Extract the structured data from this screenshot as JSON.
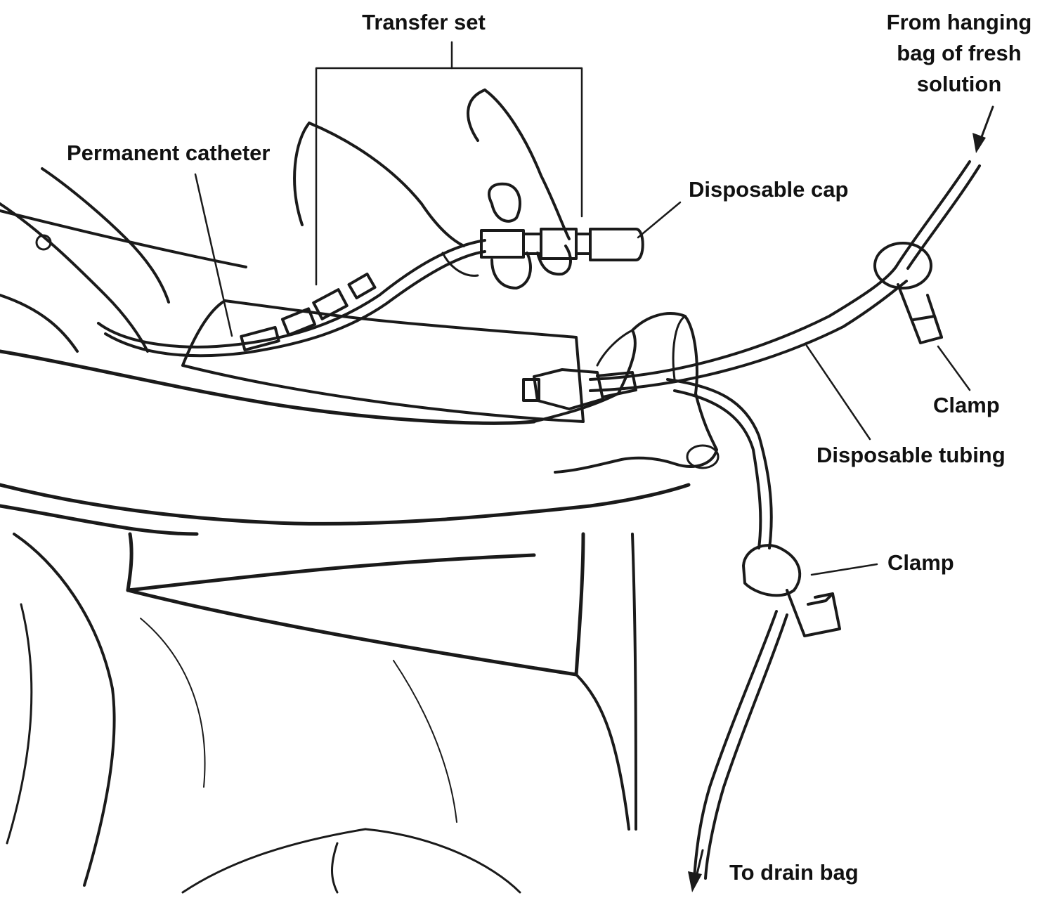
{
  "labels": {
    "transfer_set": "Transfer set",
    "from_hanging_bag": [
      "From hanging",
      "bag of fresh",
      "solution"
    ],
    "permanent_catheter": "Permanent catheter",
    "disposable_cap": "Disposable cap",
    "clamp_upper": "Clamp",
    "disposable_tubing": "Disposable tubing",
    "clamp_lower": "Clamp",
    "to_drain_bag": "To drain bag"
  },
  "colors": {
    "ink": "#1a1a1a",
    "background": "#ffffff"
  }
}
